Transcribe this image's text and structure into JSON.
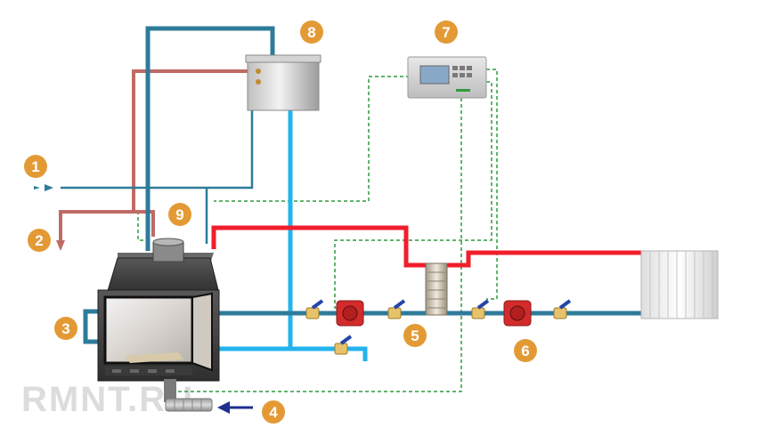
{
  "badges": [
    "1",
    "2",
    "3",
    "4",
    "5",
    "6",
    "7",
    "8",
    "9"
  ],
  "watermark": "RMNT.RU",
  "colors": {
    "badge": "#e39a35",
    "hot_pipe": "#f01e2c",
    "return_pipe": "#2e7b9a",
    "cold_pipe": "#23b3ee",
    "feed_pipe": "#c06a66",
    "control_wire": "#2e9b3e",
    "arrow": "#1f2f8f",
    "pump": "#d32b2b",
    "valve_handle": "#2346a8"
  },
  "components": {
    "fireplace": "fireplace-insert",
    "tank": "expansion-tank",
    "controller": "control-unit",
    "heat_exchanger": "plate-heat-exchanger",
    "radiator": "radiator",
    "pumps": [
      "circulation-pump",
      "circulation-pump"
    ]
  }
}
